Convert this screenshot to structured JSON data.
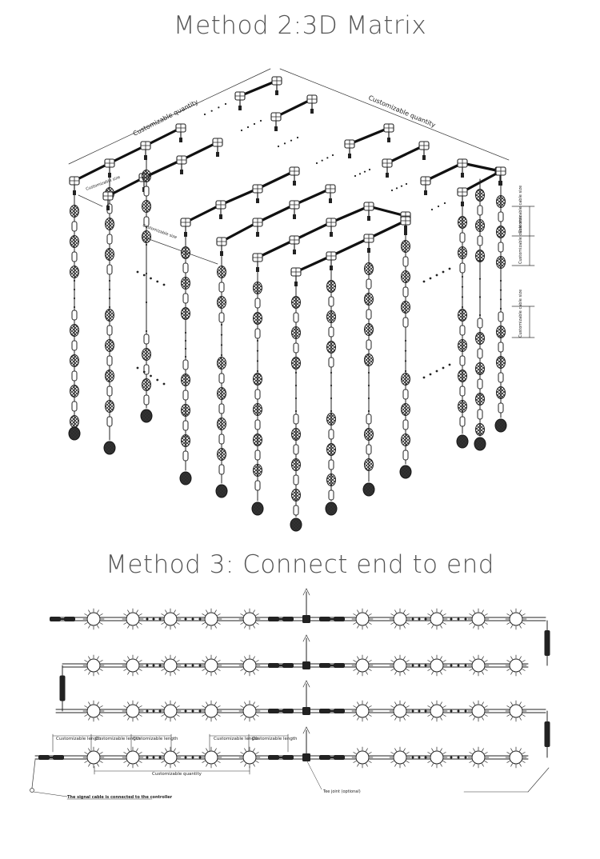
{
  "method2": {
    "title": "Method 2:3D Matrix",
    "label_quantity": "Customizable quantity",
    "label_size": "Customizable size",
    "label_cable_size": "Customizable cable size"
  },
  "method3": {
    "title": "Method 3: Connect end to end",
    "label_length": "Customizable length",
    "label_quantity": "Customizable quantity",
    "label_tee": "Tee joint (optional)",
    "label_signal": "The signal cable is connected to the controller"
  }
}
